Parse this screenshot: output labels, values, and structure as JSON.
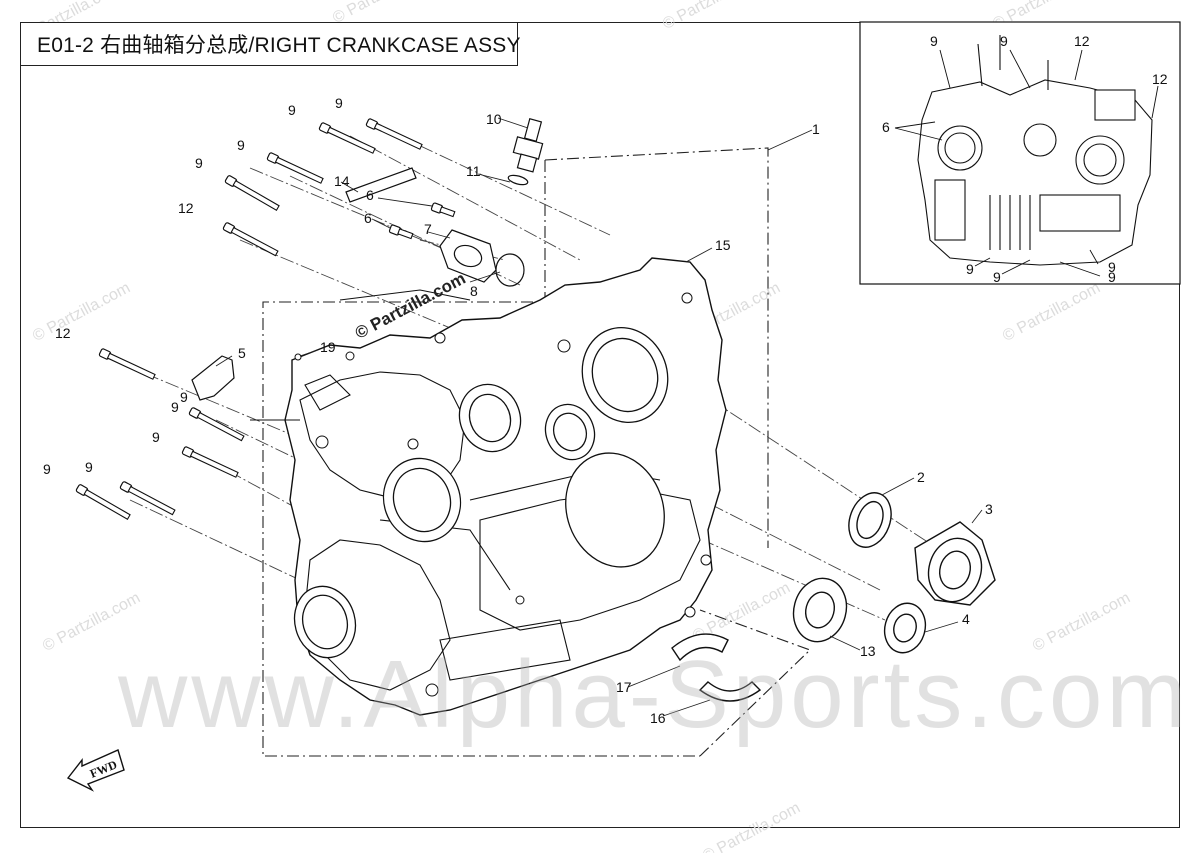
{
  "title": "E01-2 右曲轴箱分总成/RIGHT CRANKCASE ASSY",
  "watermarks": {
    "brand": "© Partzilla.com",
    "small": "© Partzilla.com",
    "site": "www.Alpha-Sports.com"
  },
  "fwd_label": "FWD",
  "callouts": {
    "main": [
      "1",
      "2",
      "3",
      "4",
      "5",
      "6",
      "6",
      "7",
      "8",
      "9",
      "9",
      "9",
      "9",
      "9",
      "9",
      "9",
      "9",
      "9",
      "10",
      "11",
      "12",
      "12",
      "13",
      "14",
      "15",
      "16",
      "17",
      "19"
    ],
    "inset": [
      "9",
      "9",
      "12",
      "12",
      "6",
      "9",
      "9",
      "9",
      "9"
    ]
  }
}
